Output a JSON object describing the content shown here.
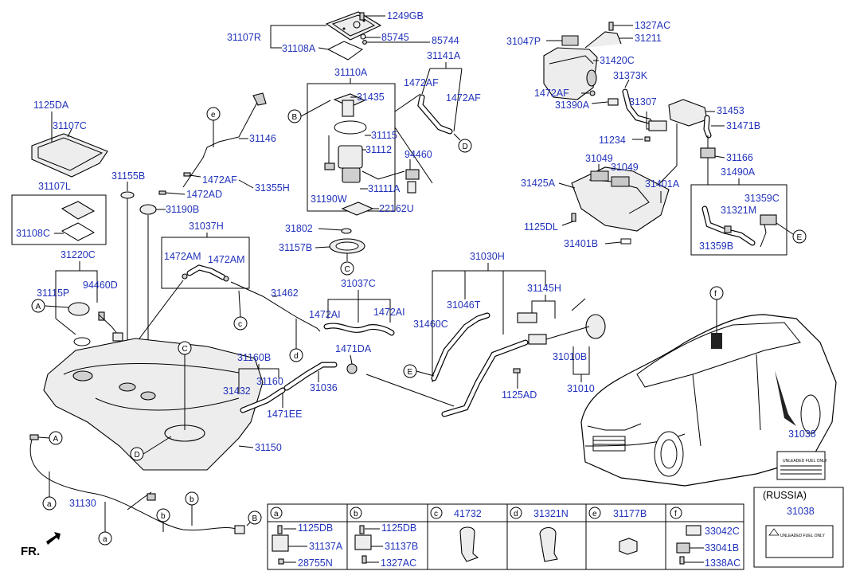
{
  "parts": {
    "p1249GB": "1249GB",
    "p31107R": "31107R",
    "p85745": "85745",
    "p85744": "85744",
    "p31108A": "31108A",
    "p31141A": "31141A",
    "p1472AF_a": "1472AF",
    "p1472AF_b": "1472AF",
    "p31110A": "31110A",
    "p31435": "31435",
    "p31115": "31115",
    "p31112": "31112",
    "p94460": "94460",
    "p31111A": "31111A",
    "p31190W": "31190W",
    "p22162U": "22162U",
    "p31802": "31802",
    "p31157B": "31157B",
    "p1125DA": "1125DA",
    "p31107C": "31107C",
    "p31146": "31146",
    "p31155B": "31155B",
    "p1472AF_c": "1472AF",
    "p1472AD": "1472AD",
    "p31355H": "31355H",
    "p31190B": "31190B",
    "p31107L": "31107L",
    "p31108C": "31108C",
    "p31037H": "31037H",
    "p1472AM_a": "1472AM",
    "p1472AM_b": "1472AM",
    "p31220C": "31220C",
    "p31115P": "31115P",
    "p94460D": "94460D",
    "p31462": "31462",
    "p31037C": "31037C",
    "p1472AI_a": "1472AI",
    "p1472AI_b": "1472AI",
    "p31030H": "31030H",
    "p31046T": "31046T",
    "p31145H": "31145H",
    "p31460C": "31460C",
    "p1471DA": "1471DA",
    "p31160B": "31160B",
    "p31160": "31160",
    "p31432": "31432",
    "p31036": "31036",
    "p1471EE": "1471EE",
    "p31010B": "31010B",
    "p31010": "31010",
    "p1125AD": "1125AD",
    "p31150": "31150",
    "p31130": "31130",
    "p31038": "31038",
    "p31047P": "31047P",
    "p1327AC": "1327AC",
    "p31211": "31211",
    "p31420C": "31420C",
    "p31373K": "31373K",
    "p1472AF_d": "1472AF",
    "p31390A": "31390A",
    "p31307": "31307",
    "p31453": "31453",
    "p11234": "11234",
    "p31471B": "31471B",
    "p31049_a": "31049",
    "p31049_b": "31049",
    "p31166": "31166",
    "p31490A": "31490A",
    "p31425A": "31425A",
    "p31401A": "31401A",
    "p31359C": "31359C",
    "p31321M": "31321M",
    "p1125DL": "1125DL",
    "p31401B": "31401B",
    "p31359B": "31359B"
  },
  "callouts": {
    "A": "A",
    "B": "B",
    "C": "C",
    "D": "D",
    "E": "E",
    "a": "a",
    "b": "b",
    "c": "c",
    "d": "d",
    "e": "e",
    "f": "f"
  },
  "front_label": "FR.",
  "russia": {
    "title": "(RUSSIA)",
    "part": "31038"
  },
  "label_text": [
    "UNLEADED FUEL ONLY"
  ],
  "table": [
    {
      "key": "a",
      "rows": [
        "1125DB",
        "31137A",
        "28755N"
      ]
    },
    {
      "key": "b",
      "rows": [
        "1125DB",
        "31137B",
        "1327AC"
      ]
    },
    {
      "key": "c",
      "rows": [
        "41732"
      ]
    },
    {
      "key": "d",
      "rows": [
        "31321N"
      ]
    },
    {
      "key": "e",
      "rows": [
        "31177B"
      ]
    },
    {
      "key": "f",
      "rows": [
        "33042C",
        "33041B",
        "1338AC"
      ]
    }
  ]
}
